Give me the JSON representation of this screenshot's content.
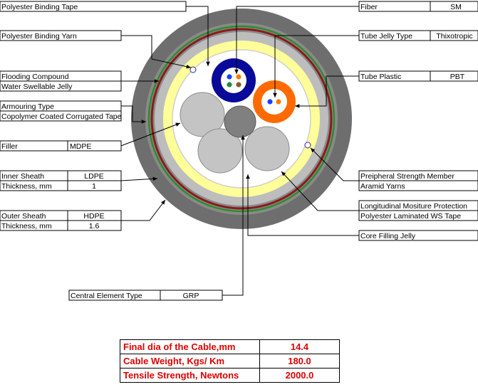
{
  "labels": {
    "polyester_binding_tape": "Polyester Binding Tape",
    "polyester_binding_yarn": "Polyester Binding Yarn",
    "flooding_compound": "Flooding Compound",
    "water_swellable_jelly": "Water Swellable Jelly",
    "armouring_type": "Armouring Type",
    "armouring_value": "Copolymer Coated Corrugated Tape",
    "filler": "Filler",
    "filler_value": "MDPE",
    "inner_sheath": "Inner Sheath",
    "inner_sheath_value": "LDPE",
    "inner_thickness": "Thickness, mm",
    "inner_thickness_value": "1",
    "outer_sheath": "Outer Sheath",
    "outer_sheath_value": "HDPE",
    "outer_thickness": "Thickness, mm",
    "outer_thickness_value": "1.6",
    "central_element_type": "Central Element Type",
    "central_element_value": "GRP",
    "fiber": "Fiber",
    "fiber_value": "SM",
    "tube_jelly_type": "Tube Jelly Type",
    "tube_jelly_value": "Thixotropic",
    "tube_plastic": "Tube Plastic",
    "tube_plastic_value": "PBT",
    "peripheral_strength_member": "Preipheral Strength Member",
    "aramid_yarns": "Aramid Yarns",
    "longitudinal_protection": "Longitudinal Mositure Protection",
    "polyester_laminated": "Polyester Laminated WS Tape",
    "core_filling_jelly": "Core Filling Jelly"
  },
  "specs": [
    {
      "label": "Final dia of the Cable,mm",
      "value": "14.4"
    },
    {
      "label": "Cable Weight, Kgs/ Km",
      "value": "180.0"
    },
    {
      "label": "Tensile Strength, Newtons",
      "value": "2000.0"
    }
  ],
  "colors": {
    "outer_sheath": "#6e6e6e",
    "inner_sheath_band": "#8a8a8a",
    "armour_green": "#2e8b2e",
    "armour_red": "#8b1a1a",
    "inner_sheath": "#bdbdbd",
    "yellow_jelly": "#ffff99",
    "tube_blue": "#0a0a9a",
    "tube_orange": "#ff6a00",
    "filler": "#c4c4c4",
    "central_element": "#808080",
    "spec_text": "#e00000"
  }
}
